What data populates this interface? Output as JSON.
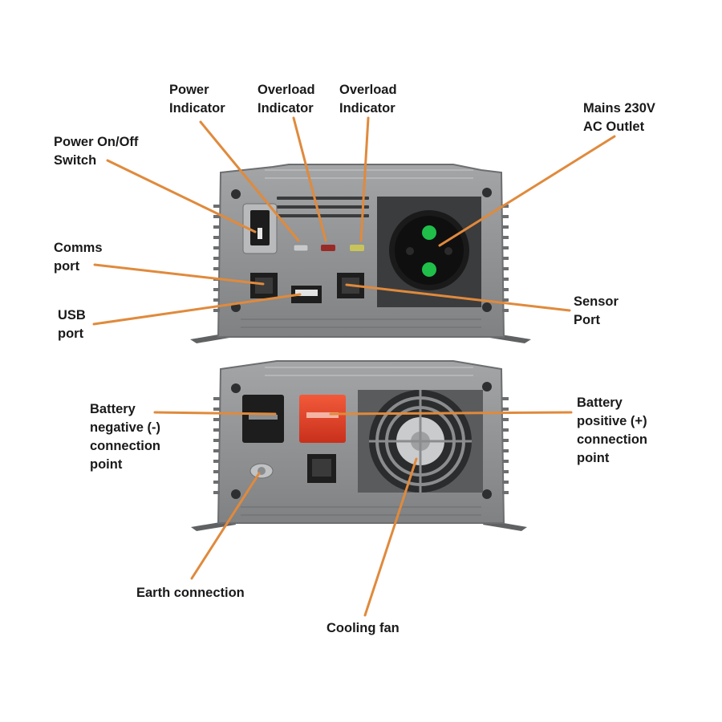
{
  "colors": {
    "leader": "#e08a3c",
    "housing": "#8f9193",
    "housing_dark": "#6c6e70",
    "text": "#1a1a1a",
    "green_pin": "#1fbf4a",
    "red_terminal": "#e8402a"
  },
  "labels": {
    "power_indicator": "Power\nIndicator",
    "overload_indicator_1": "Overload\nIndicator",
    "overload_indicator_2": "Overload\nIndicator",
    "mains_outlet": "Mains 230V\nAC Outlet",
    "power_switch": "Power On/Off\nSwitch",
    "comms_port": "Comms\nport",
    "usb_port": "USB\nport",
    "sensor_port": "Sensor\nPort",
    "battery_negative": "Battery\nnegative (-)\nconnection\npoint",
    "battery_positive": "Battery\npositive (+)\nconnection\npoint",
    "earth_connection": "Earth connection",
    "cooling_fan": "Cooling fan"
  },
  "icons": [
    "power-switch-icon",
    "usb-port-icon",
    "rj-port-icon",
    "schuko-socket-icon",
    "fan-icon",
    "wing-nut-icon"
  ]
}
